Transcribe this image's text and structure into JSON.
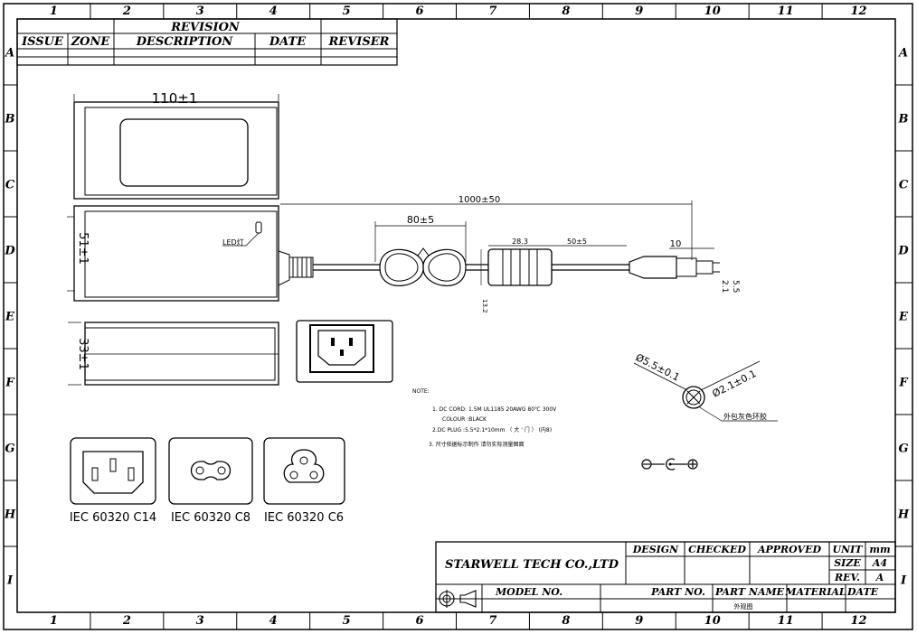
{
  "border": {
    "columns": [
      "1",
      "2",
      "3",
      "4",
      "5",
      "6",
      "7",
      "8",
      "9",
      "10",
      "11",
      "12"
    ],
    "rows": [
      "A",
      "B",
      "C",
      "D",
      "E",
      "F",
      "G",
      "H",
      "I"
    ]
  },
  "revision_table": {
    "title": "REVISION",
    "headers": [
      "ISSUE",
      "ZONE",
      "DESCRIPTION",
      "DATE",
      "REVISER"
    ]
  },
  "dimensions": {
    "width": "110±1",
    "cable_length": "1000±50",
    "loop": "80±5",
    "depth": "51±1",
    "height": "33±1",
    "ferrite_len": "28.3",
    "ferrite_gap": "50±5",
    "plug_len": "10",
    "plug_od": "5.5",
    "plug_id": "2.1",
    "ferrite_dia": "13.2",
    "led_label": "LED灯",
    "barrel_od": "Ø5.5±0.1",
    "barrel_id": "Ø2.1±0.1",
    "barrel_note": "外包灰色环胶"
  },
  "notes": {
    "title": "NOTE:",
    "line1": "1. DC CORD: 1.5M  UL1185 20AWG    80℃  300V",
    "line1b": "COLOUR :BLACK",
    "line2": "2.DC PLUG :5.5*2.1*10mm   （ 大 ' 门 ）  (内8)",
    "line3": "3. 尺寸依据标示制作  请勿实际测量图面"
  },
  "connectors": [
    {
      "label": "IEC 60320 C14"
    },
    {
      "label": "IEC 60320 C8"
    },
    {
      "label": "IEC 60320 C6"
    }
  ],
  "title_block": {
    "company": "STARWELL TECH CO.,LTD",
    "design": "DESIGN",
    "checked": "CHECKED",
    "approved": "APPROVED",
    "unit": "UNIT",
    "unit_val": "mm",
    "size": "SIZE",
    "size_val": "A4",
    "rev": "REV.",
    "rev_val": "A",
    "model_no": "MODEL NO.",
    "part_no": "PART NO.",
    "part_name": "PART NAME",
    "material": "MATERIAL",
    "date": "DATE",
    "part_name_val": "外观图"
  }
}
